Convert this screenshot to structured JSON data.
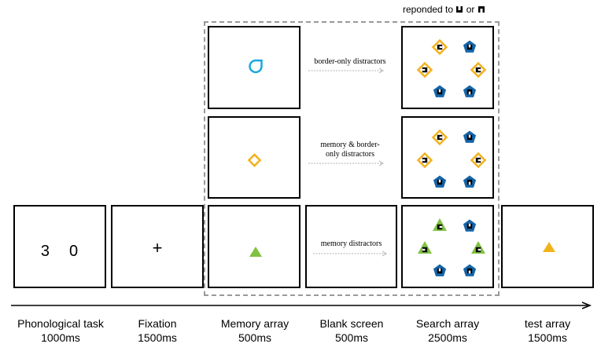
{
  "top_note": {
    "text": "reponded to",
    "connector": "or",
    "symbols": [
      "u-shape-icon",
      "n-shape-icon"
    ]
  },
  "phonological_frame": {
    "digits": [
      "3",
      "0"
    ]
  },
  "fixation_frame": {
    "symbol": "+"
  },
  "conditions": [
    {
      "label_lines": [
        "border-only distractors"
      ]
    },
    {
      "label_lines": [
        "memory & border-",
        "only distractors"
      ]
    },
    {
      "label_lines": [
        "memory  distractors"
      ]
    }
  ],
  "stages": [
    {
      "name": "Phonological task",
      "duration": "1000ms"
    },
    {
      "name": "Fixation",
      "duration": "1500ms"
    },
    {
      "name": "Memory array",
      "duration": "500ms"
    },
    {
      "name": "Blank screen",
      "duration": "500ms"
    },
    {
      "name": "Search array",
      "duration": "2500ms"
    },
    {
      "name": "test array",
      "duration": "1500ms"
    }
  ],
  "colors": {
    "cyan": "#1aa7e0",
    "orange": "#f2b21c",
    "green": "#7fc241",
    "blue": "#1565a8",
    "dashed": "#999999",
    "arrow": "#b0b0b0"
  }
}
